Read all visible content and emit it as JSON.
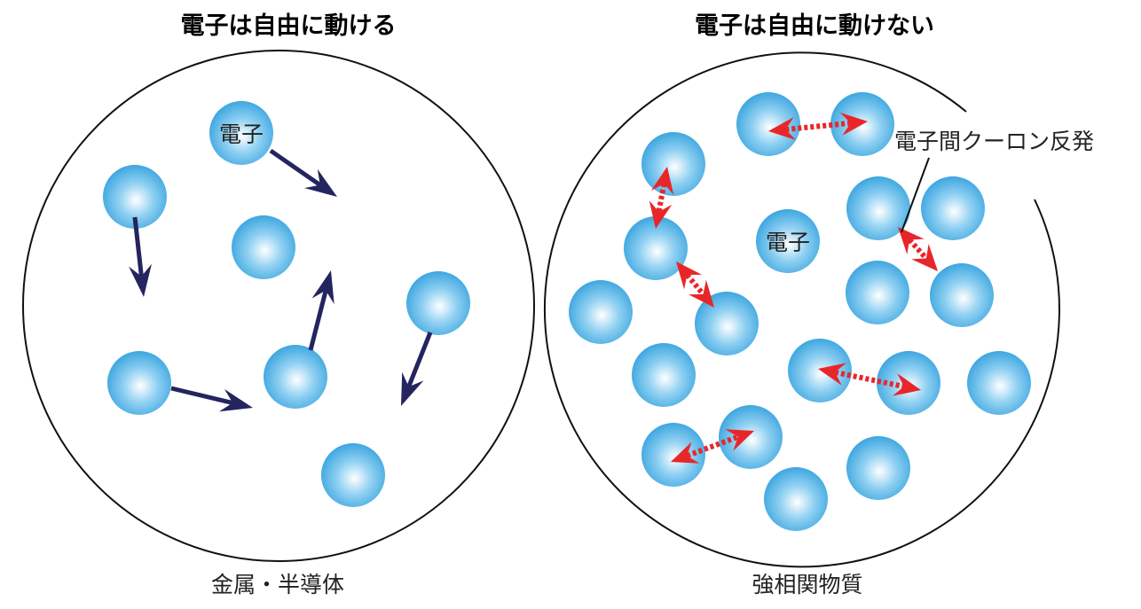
{
  "left_panel": {
    "title": "電子は自由に動ける",
    "title_color": "#1f4fa8",
    "electron_label": "電子",
    "caption": "金属・半導体",
    "arrow_color": "#24245e"
  },
  "right_panel": {
    "title": "電子は自由に動けない",
    "title_color": "#e8262a",
    "electron_label": "電子",
    "repulsion_label": "電子間クーロン反発",
    "caption": "強相関物質",
    "arrow_color": "#e8262a"
  }
}
